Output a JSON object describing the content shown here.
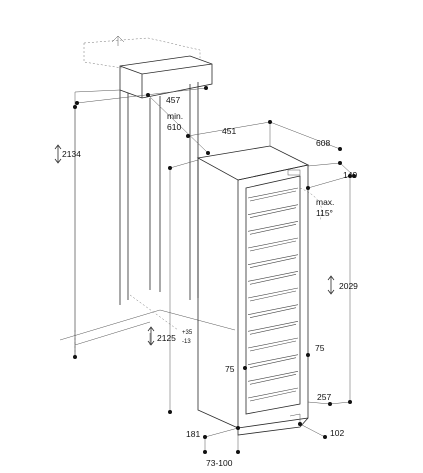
{
  "dimensions": {
    "d2134": "2134",
    "d457": "457",
    "dmin610_label": "min.",
    "dmin610_value": "610",
    "d451": "451",
    "d608": "608",
    "d149": "149",
    "max_label": "max.",
    "max_angle": "115°",
    "d2029": "2029",
    "d2125": "2125",
    "d2125_plus": "+35",
    "d2125_minus": "-13",
    "d75_right": "75",
    "d75_left": "75",
    "d257": "257",
    "d181": "181",
    "d102": "102",
    "d73_100": "73-100"
  },
  "icons": {
    "double_arrow": "double-headed-vertical-arrow"
  }
}
